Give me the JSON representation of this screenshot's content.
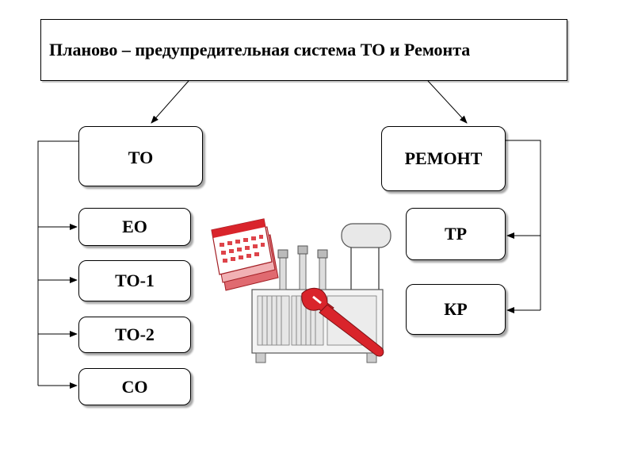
{
  "title": "Планово – предупредительная система ТО и Ремонта",
  "left_branch": {
    "head": "ТО",
    "items": [
      "ЕО",
      "ТО-1",
      "ТО-2",
      "СО"
    ]
  },
  "right_branch": {
    "head": "РЕМОНТ",
    "items": [
      "ТР",
      "КР"
    ]
  },
  "illustration": {
    "icons": [
      "calendar-icon",
      "transformer-icon",
      "wrench-icon"
    ],
    "accent_color": "#d9242b"
  }
}
